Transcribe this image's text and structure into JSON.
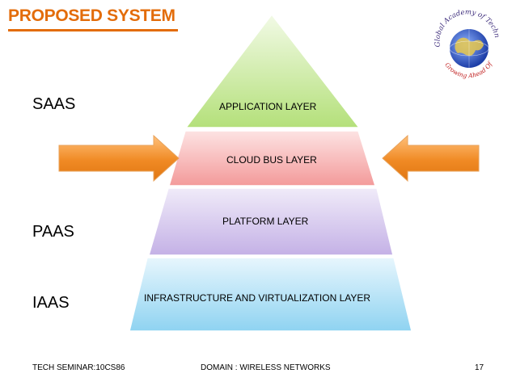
{
  "title": "PROPOSED SYSTEM",
  "labels": {
    "saas": "SAAS",
    "paas": "PAAS",
    "iaas": "IAAS"
  },
  "layers": {
    "application": "APPLICATION LAYER",
    "cloud_bus": "CLOUD BUS LAYER",
    "platform": "PLATFORM LAYER",
    "infrastructure": "INFRASTRUCTURE AND VIRTUALIZATION LAYER"
  },
  "logo": {
    "top_text": "Global Academy of Technology",
    "bottom_text": "Growing Ahead Of Time"
  },
  "footer": {
    "left": "TECH SEMINAR:10CS86",
    "center": "DOMAIN : WIRELESS NETWORKS",
    "page": "17"
  },
  "colors": {
    "title": "#e36c0a",
    "application_layer": "#c6e89a",
    "cloud_bus_layer": "#f4a3a3",
    "platform_layer": "#d3c4ea",
    "infrastructure_layer": "#a8dcf2",
    "arrow": "#f08a24"
  }
}
